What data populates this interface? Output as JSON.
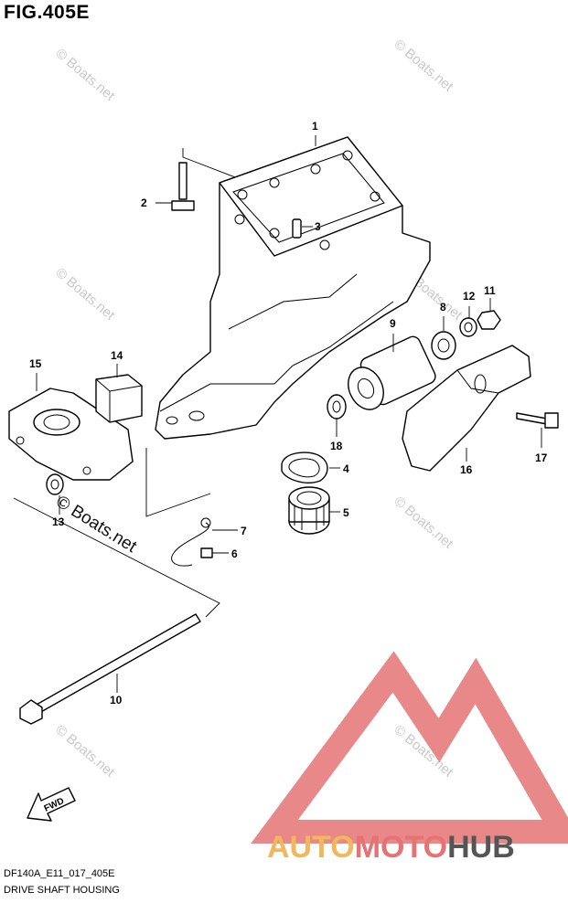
{
  "figure": {
    "title": "FIG.405E",
    "code": "DF140A_E11_017_405E",
    "name": "DRIVE SHAFT HOUSING"
  },
  "callouts": [
    {
      "id": "c1",
      "label": "1"
    },
    {
      "id": "c2",
      "label": "2"
    },
    {
      "id": "c3",
      "label": "3"
    },
    {
      "id": "c4",
      "label": "4"
    },
    {
      "id": "c5",
      "label": "5"
    },
    {
      "id": "c6",
      "label": "6"
    },
    {
      "id": "c7",
      "label": "7"
    },
    {
      "id": "c8",
      "label": "8"
    },
    {
      "id": "c9",
      "label": "9"
    },
    {
      "id": "c10",
      "label": "10"
    },
    {
      "id": "c11",
      "label": "11"
    },
    {
      "id": "c12",
      "label": "12"
    },
    {
      "id": "c13",
      "label": "13"
    },
    {
      "id": "c14",
      "label": "14"
    },
    {
      "id": "c15",
      "label": "15"
    },
    {
      "id": "c16",
      "label": "16"
    },
    {
      "id": "c17",
      "label": "17"
    },
    {
      "id": "c18",
      "label": "18"
    }
  ],
  "watermarks": {
    "small": "© Boats.net",
    "main": "© Boats.net"
  },
  "direction_label": "FWD",
  "brand": {
    "part1": "AUTO",
    "part2": "MOTO",
    "part3": "HUB",
    "colors": {
      "auto": "#f0b85a",
      "moto": "#e57373",
      "hub": "#555555",
      "triangle": "#e57373"
    }
  }
}
